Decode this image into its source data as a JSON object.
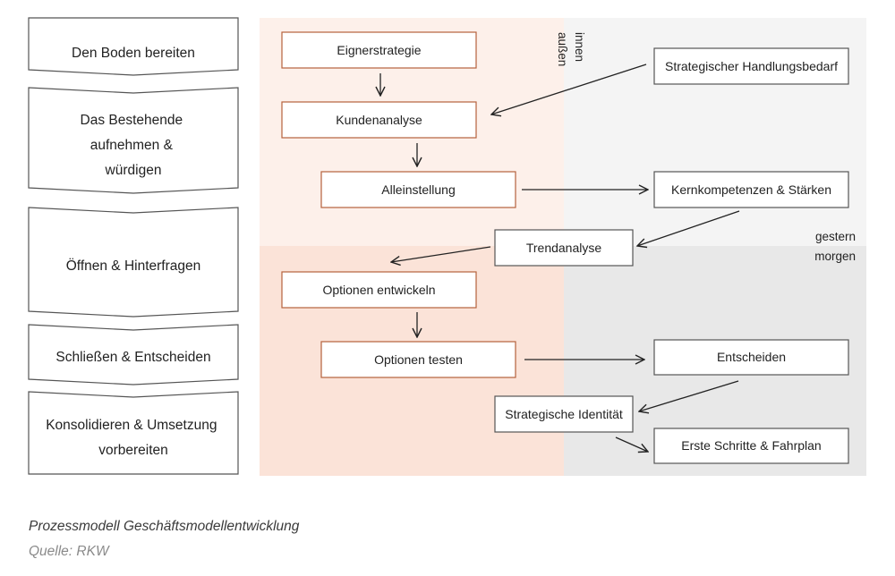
{
  "colors": {
    "peach_light": "#fdf0ea",
    "peach": "#fbe3d8",
    "grey_light": "#f4f4f4",
    "grey": "#e8e8e8",
    "box_border_accent": "#b5623c",
    "box_border": "#555555",
    "arrow": "#222222"
  },
  "phases": [
    {
      "lines": [
        "Den Boden bereiten"
      ]
    },
    {
      "lines": [
        "Das Bestehende",
        "aufnehmen &",
        "würdigen"
      ]
    },
    {
      "lines": [
        "Öffnen & Hinterfragen"
      ]
    },
    {
      "lines": [
        "Schließen & Entscheiden"
      ]
    },
    {
      "lines": [
        "Konsolidieren & Umsetzung",
        "vorbereiten"
      ]
    }
  ],
  "boxes": {
    "eignerstrategie": "Eignerstrategie",
    "kundenanalyse": "Kundenanalyse",
    "alleinstellung": "Alleinstellung",
    "trendanalyse": "Trendanalyse",
    "optionen_entwickeln": "Optionen entwickeln",
    "optionen_testen": "Optionen testen",
    "strategische_identitaet": "Strategische Identität",
    "handlungsbedarf": "Strategischer Handlungsbedarf",
    "kernkompetenzen": "Kernkompetenzen & Stärken",
    "entscheiden": "Entscheiden",
    "erste_schritte": "Erste Schritte & Fahrplan"
  },
  "labels": {
    "aussen": "außen",
    "innen": "innen",
    "gestern": "gestern",
    "morgen": "morgen"
  },
  "caption": {
    "title": "Prozessmodell Geschäftsmodellentwicklung",
    "source": "Quelle: RKW"
  }
}
